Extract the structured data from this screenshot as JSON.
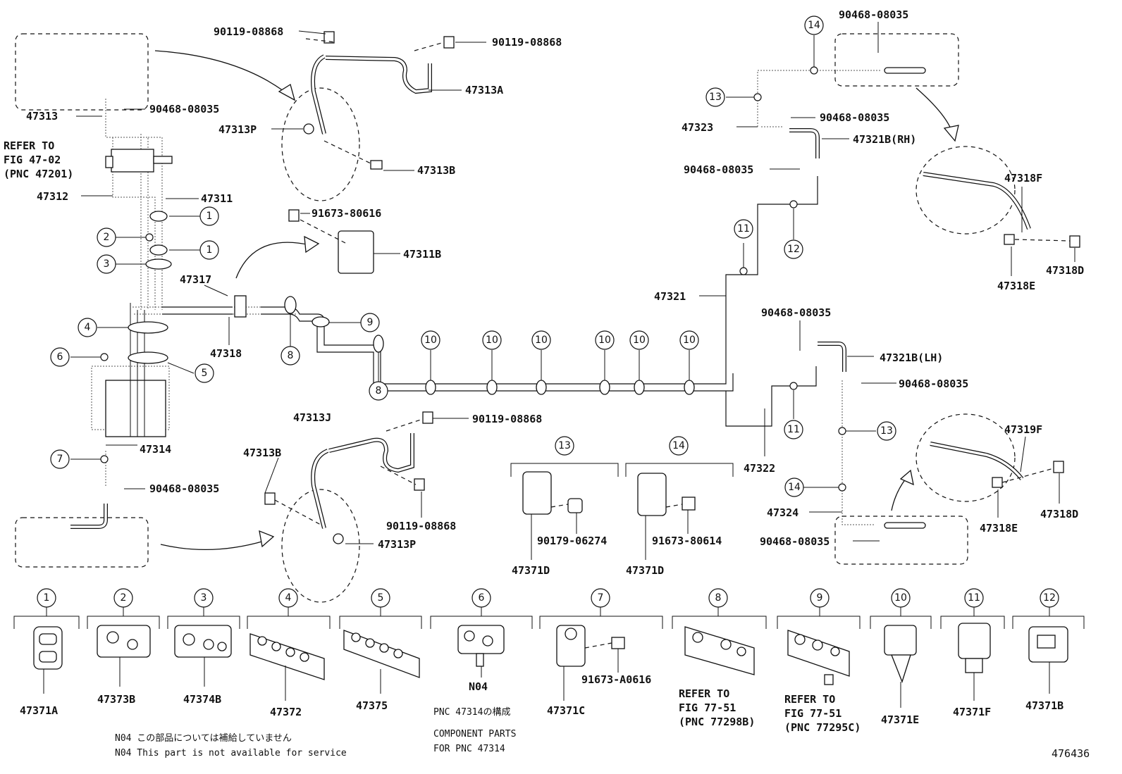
{
  "labels": {
    "p47313": "47313",
    "p90468_top_left": "90468-08035",
    "refer_line1": "REFER TO",
    "refer_line2": "FIG 47-02",
    "refer_line3": "(PNC 47201)",
    "p47312": "47312",
    "p47311": "47311",
    "p90119_a": "90119-08868",
    "p90119_b": "90119-08868",
    "p47313A": "47313A",
    "p47313P_top": "47313P",
    "p47313B_top": "47313B",
    "p91673_80616": "91673-80616",
    "p47311B": "47311B",
    "p47317": "47317",
    "p47318": "47318",
    "p47314": "47314",
    "p90468_bottom_left": "90468-08035",
    "p47313J": "47313J",
    "p90119_c": "90119-08868",
    "p47313B_bottom": "47313B",
    "p90119_d": "90119-08868",
    "p47313P_bottom": "47313P",
    "p90468_top_right": "90468-08035",
    "p47323": "47323",
    "p90468_r2": "90468-08035",
    "p47321B_RH": "47321B(RH)",
    "p90468_r3": "90468-08035",
    "p47318F": "47318F",
    "p47318D_top": "47318D",
    "p47318E_top": "47318E",
    "p47321": "47321",
    "p90468_r4": "90468-08035",
    "p47321B_LH": "47321B(LH)",
    "p90468_r5": "90468-08035",
    "p47319F": "47319F",
    "p47322": "47322",
    "p47324": "47324",
    "p47318D_bottom": "47318D",
    "p47318E_bottom": "47318E",
    "p90468_r6": "90468-08035",
    "p90179_06274": "90179-06274",
    "p91673_80614": "91673-80614",
    "p47371D_a": "47371D",
    "p47371D_b": "47371D",
    "diagram_id": "476436"
  },
  "callouts": [
    "1",
    "2",
    "3",
    "4",
    "5",
    "6",
    "7",
    "8",
    "9",
    "10",
    "11",
    "12",
    "13",
    "14"
  ],
  "legend": [
    {
      "num": "1",
      "part": "47371A"
    },
    {
      "num": "2",
      "part": "47373B"
    },
    {
      "num": "3",
      "part": "47374B"
    },
    {
      "num": "4",
      "part": "47372"
    },
    {
      "num": "5",
      "part": "47375"
    },
    {
      "num": "6",
      "part": "N04"
    },
    {
      "num": "7",
      "part": "47371C"
    },
    {
      "num": "8",
      "part": "REFER TO"
    },
    {
      "num": "9",
      "part": "REFER TO"
    },
    {
      "num": "10",
      "part": "47371E"
    },
    {
      "num": "11",
      "part": "47371F"
    },
    {
      "num": "12",
      "part": "47371B"
    }
  ],
  "legend_extra": {
    "p91673_A0616": "91673-A0616",
    "pnc_47314_jp": "PNC 47314の構成",
    "component_parts": "COMPONENT PARTS",
    "for_pnc": "FOR PNC 47314",
    "fig8_l2": "FIG 77-51",
    "fig8_l3": "(PNC 77298B)",
    "fig9_l2": "FIG 77-51",
    "fig9_l3": "(PNC 77295C)",
    "note_jp": "N04 この部品については補給していません",
    "note_en": "N04 This part is not available for service"
  }
}
